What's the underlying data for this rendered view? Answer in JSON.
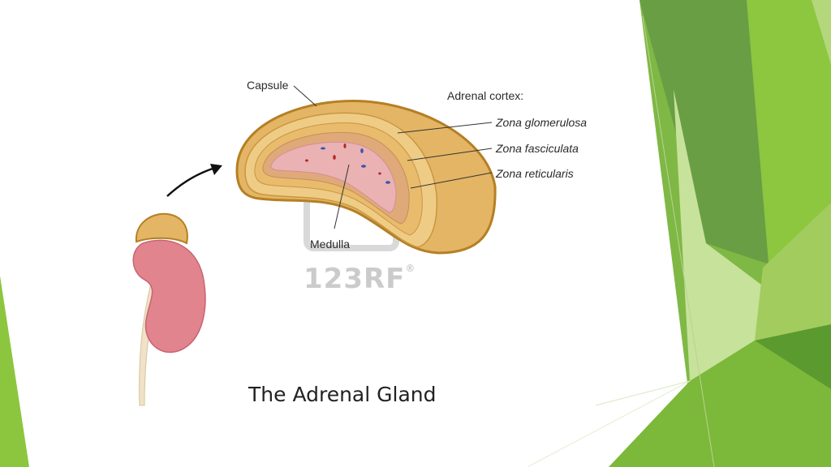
{
  "diagram": {
    "title": "The Adrenal Gland",
    "labels": {
      "capsule": "Capsule",
      "adrenal_cortex": "Adrenal cortex:",
      "zona_glomerulosa": "Zona glomerulosa",
      "zona_fasciculata": "Zona fasciculata",
      "zona_reticularis": "Zona reticularis",
      "medulla": "Medulla"
    },
    "watermark": "123RF"
  },
  "colors": {
    "cortex_outer": "#e3b565",
    "capsule_edge": "#b57f24",
    "medulla": "#eab2b2",
    "kidney": "#e2848e",
    "accent_green": "#8cc63e",
    "accent_dark_green": "#5b9a2e"
  }
}
